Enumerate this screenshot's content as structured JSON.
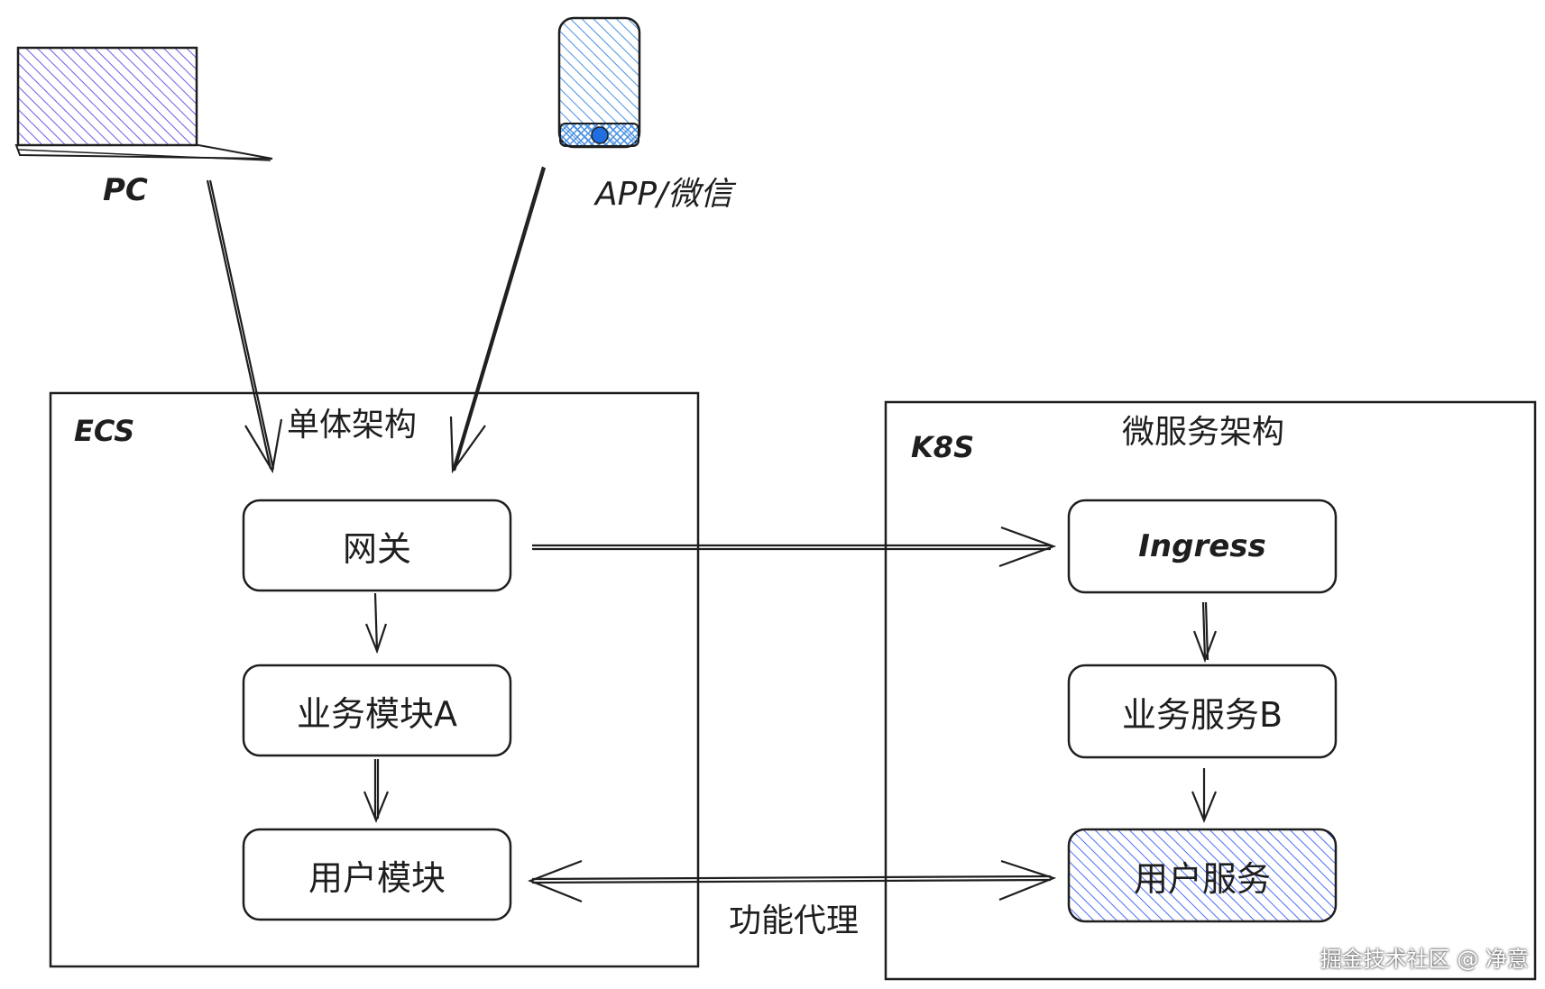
{
  "clients": {
    "pc": {
      "label": "PC"
    },
    "app": {
      "label": "APP/微信"
    }
  },
  "ecs": {
    "tag": "ECS",
    "title": "单体架构",
    "gateway": "网关",
    "module_a": "业务模块A",
    "user_module": "用户模块"
  },
  "k8s": {
    "tag": "K8S",
    "title": "微服务架构",
    "ingress": "Ingress",
    "service_b": "业务服务B",
    "user_service": "用户服务"
  },
  "proxy_label": "功能代理",
  "watermark": "掘金技术社区 @ 净意",
  "colors": {
    "pc_fill": "#6c5ce7",
    "phone_fill": "#4a90e2",
    "user_service_fill": "#4c6ef5",
    "stroke": "#1e1e1e"
  }
}
